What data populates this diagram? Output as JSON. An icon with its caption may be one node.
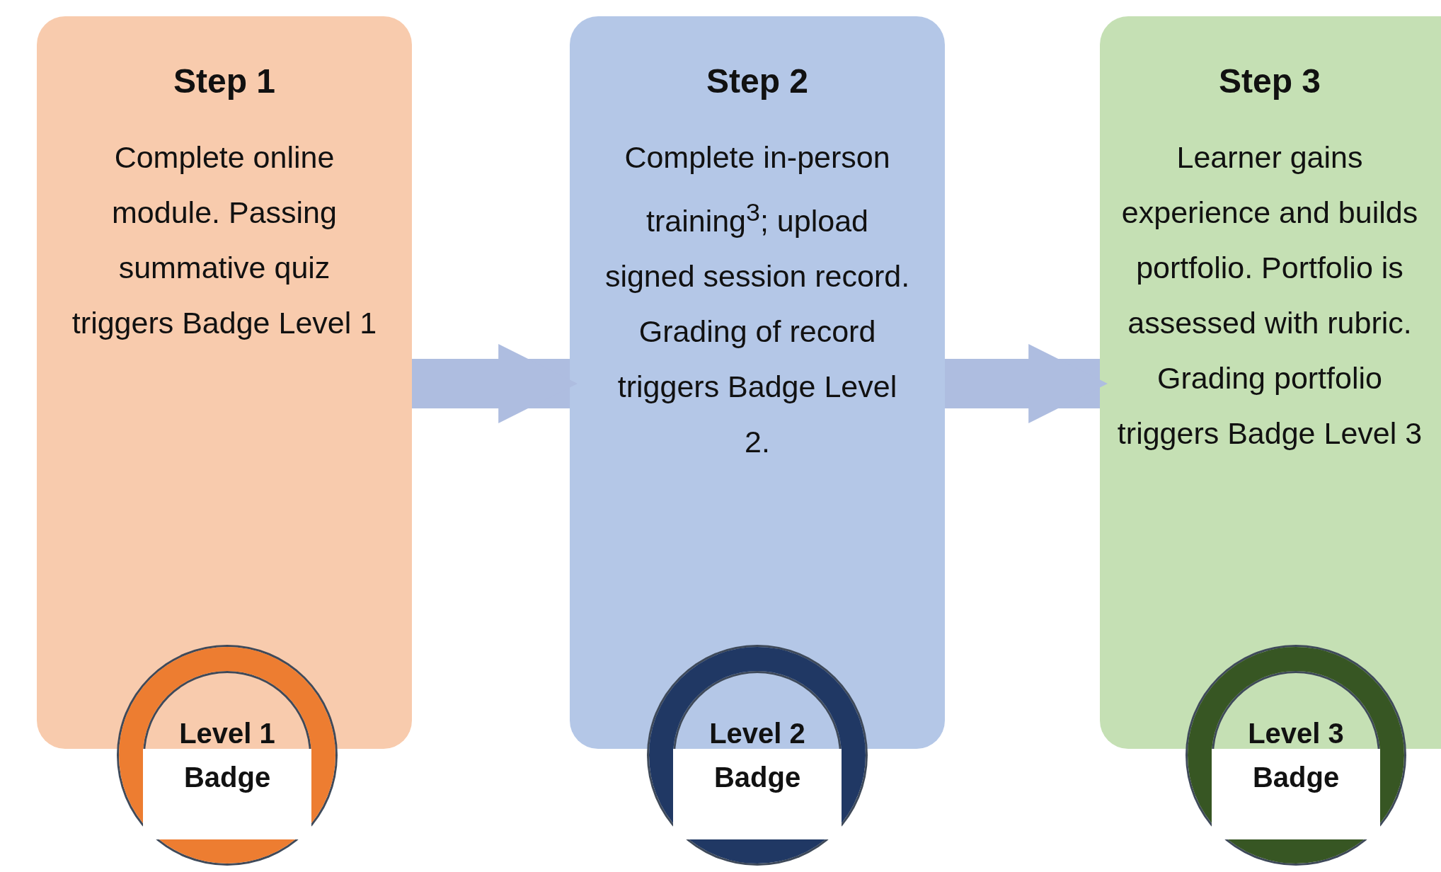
{
  "diagram": {
    "nodes": [
      {
        "text": [
          "Step 1",
          "Complete online module. Passing summative quiz triggers Badge Level 1"
        ]
      },
      {
        "text": [
          "Step 2",
          "Complete in-person training$^{3}$; upload signed session record. Grading of record triggers Badge Level 2."
        ]
      },
      {
        "text": [
          "Step 3",
          "Learner gains experience and builds portfolio. Portfolio is assessed with rubric. Grading portfolio triggers Badge Level 3"
        ]
      },
      {
        "text": [
          "Level 1 Badge"
        ]
      },
      {
        "text": [
          "Level 2 Badge"
        ]
      },
      {
        "text": [
          "Level 3 Badge"
        ]
      }
    ],
    "edges": [
      {
        "from": 0,
        "to": 1,
        "arrow": "to"
      },
      {
        "from": 1,
        "to": 2,
        "arrow": "to"
      }
    ]
  }
}
